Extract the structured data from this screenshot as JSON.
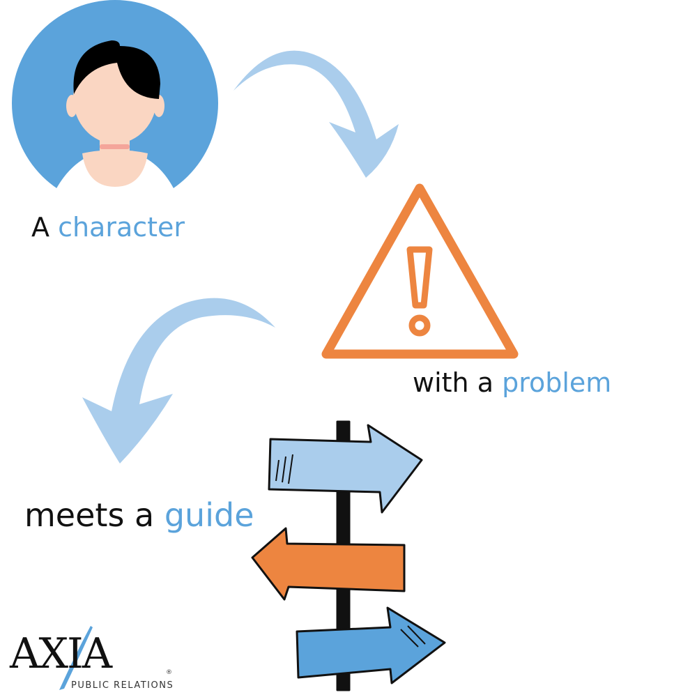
{
  "steps": [
    {
      "lead": "A ",
      "accent": "character"
    },
    {
      "lead": "with a ",
      "accent": "problem"
    },
    {
      "lead": "meets a ",
      "accent": "guide"
    }
  ],
  "logo": {
    "name": "AXIA",
    "tagline": "PUBLIC RELATIONS",
    "reg": "®"
  },
  "colors": {
    "blue": "#5BA3DB",
    "light_blue": "#AACDEC",
    "orange": "#ED8540",
    "skin": "#FAD6C2"
  }
}
